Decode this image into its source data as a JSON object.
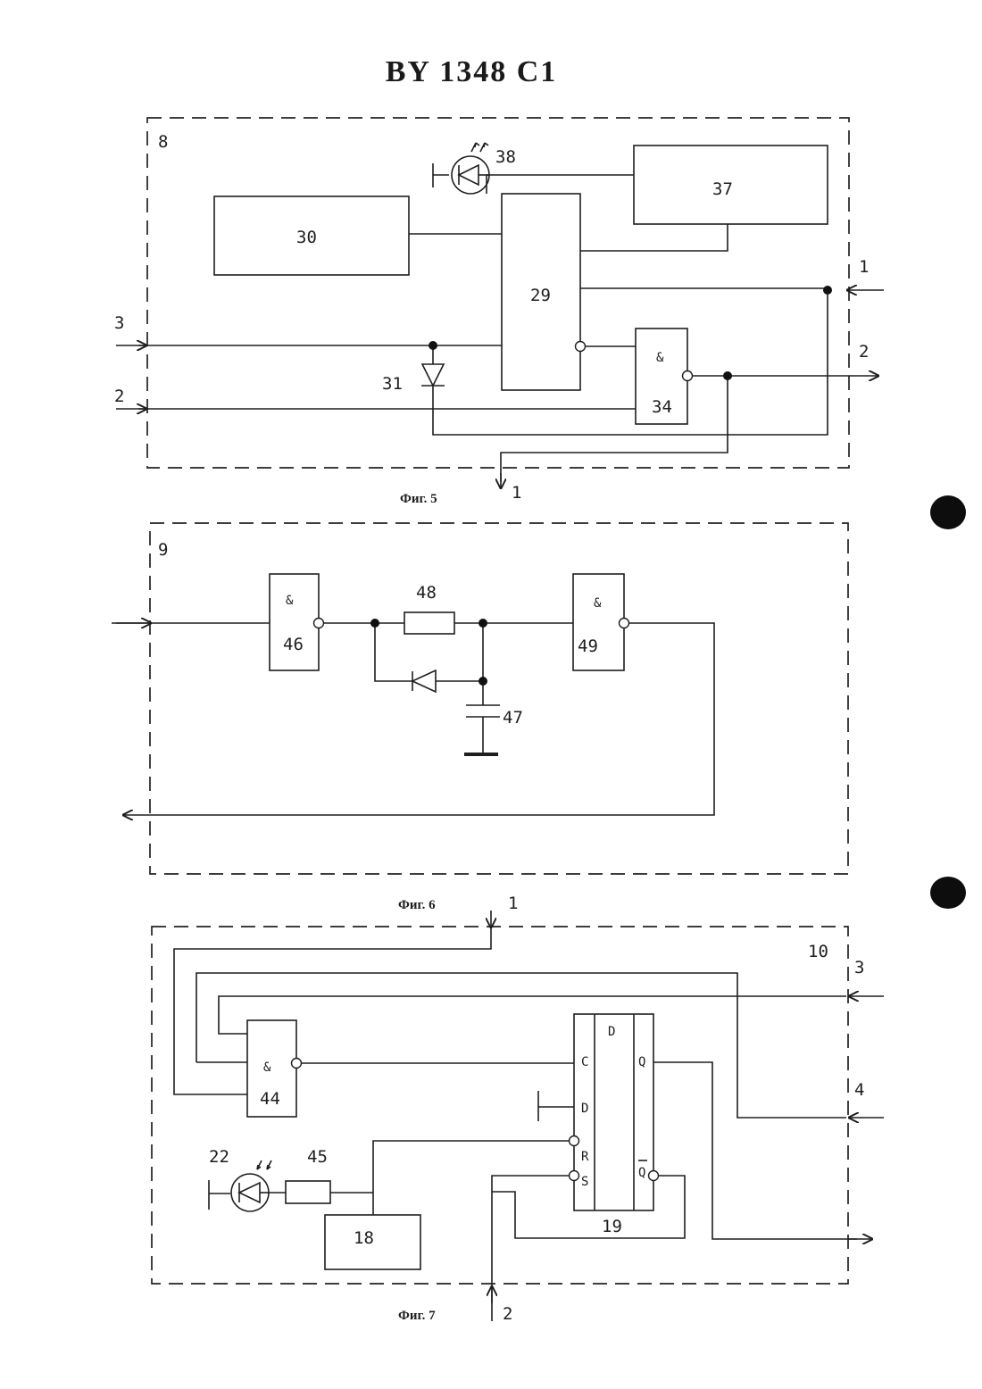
{
  "document": {
    "title": "BY 1348 C1"
  },
  "fig5": {
    "caption": "Фиг. 5",
    "block_id": "8",
    "blocks": {
      "b30": "30",
      "b29": "29",
      "b37": "37",
      "and34_sym": "&",
      "and34": "34"
    },
    "components": {
      "led38": "38",
      "diode31": "31"
    },
    "terminals": {
      "in3": "3",
      "in2": "2",
      "in1": "1",
      "out2": "2",
      "out1": "1"
    }
  },
  "fig6": {
    "caption": "Фиг. 6",
    "block_id": "9",
    "blocks": {
      "and46_sym": "&",
      "and46": "46",
      "and49_sym": "&",
      "and49": "49"
    },
    "components": {
      "res48": "48",
      "cap47": "47"
    }
  },
  "fig7": {
    "caption": "Фиг. 7",
    "block_id": "10",
    "blocks": {
      "and44_sym": "&",
      "and44": "44",
      "b18": "18",
      "ff19": "19"
    },
    "trigger_pins": {
      "header": "D",
      "c": "C",
      "d": "D",
      "r": "R",
      "s": "S",
      "q": "Q",
      "qbar": "Q"
    },
    "components": {
      "led22": "22",
      "res45": "45"
    },
    "terminals": {
      "top1": "1",
      "in3": "3",
      "in4": "4",
      "bottom2": "2"
    }
  }
}
